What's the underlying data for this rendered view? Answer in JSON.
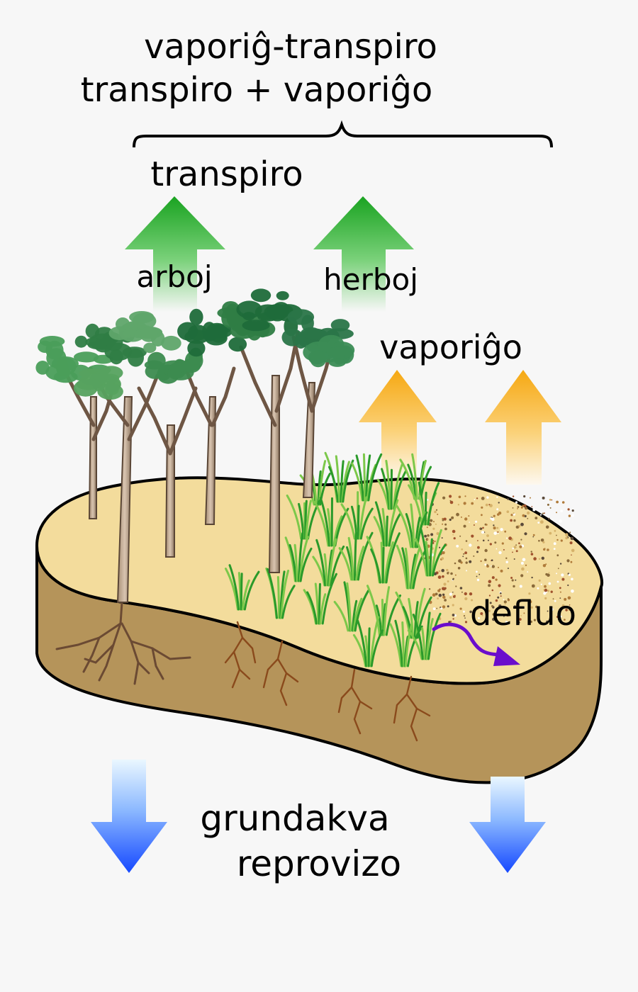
{
  "title": {
    "line1": "vaporiĝ-transpiro",
    "line2": "transpiro + vaporiĝo"
  },
  "labels": {
    "transpiration": "transpiro",
    "trees": "arboj",
    "grasses": "herboj",
    "evaporation": "vaporiĝo",
    "runoff": "defluo",
    "recharge_line1": "grundakva",
    "recharge_line2": "reprovizo"
  },
  "colors": {
    "background": "#f7f7f7",
    "soil_top": "#f3dc9c",
    "soil_side": "#b5945a",
    "transpiration_arrow": "#25a52b",
    "evaporation_arrow": "#f6ae1e",
    "recharge_arrow": "#1b5cff",
    "runoff_arrow": "#6a0dcc",
    "root": "#7a4a22",
    "grass": "#2a9a2a",
    "tree_canopy_light": "#3a9a4a",
    "tree_canopy_dark": "#1f6b3a",
    "tree_trunk": "#b59a82"
  },
  "icons": {
    "brace": "curly-brace",
    "up_arrow": "up-arrow",
    "down_arrow": "down-arrow",
    "curved_arrow": "curved-arrow"
  }
}
